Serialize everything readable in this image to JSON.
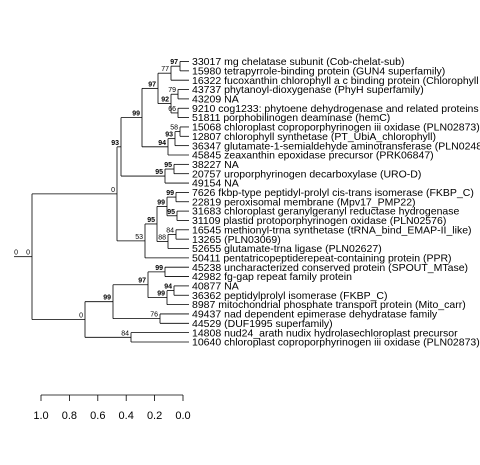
{
  "tree": {
    "leaves": [
      "33017 mg chelatase subunit (Cob-chelat-sub)",
      "15980 tetrapyrrole-binding protein (GUN4 superfamily)",
      "16322 fucoxanthin chlorophyll a c binding protein (Chlorophyll",
      "43737 phytanoyl-dioxygenase (PhyH superfamily)",
      "43209 NA",
      "9210 cog1233: phytoene dehydrogenase and related proteins",
      "51811 porphobilinogen deaminase (hemC)",
      "15068 chloroplast coproporphyrinogen iii oxidase (PLN02873)",
      "12807 chlorophyll synthetase (PT_UbiA_chlorophyll)",
      "36347 glutamate-1-semialdehyde aminotransferase (PLN02482)",
      "45845 zeaxanthin epoxidase precursor (PRK06847)",
      "38227 NA",
      "20757 uroporphyrinogen decarboxylase (URO-D)",
      "49154 NA",
      "7626 fkbp-type peptidyl-prolyl cis-trans isomerase (FKBP_C)",
      "22819 peroxisomal membrane (Mpv17_PMP22)",
      "31683 chloroplast geranylgeranyl reductase hydrogenase",
      "31109 plastid protoporphyrinogen oxidase (PLN02576)",
      "16545 methionyl-trna synthetase (tRNA_bind_EMAP-II_like)",
      "13265 (PLN03069)",
      "52655 glutamate-trna ligase (PLN02627)",
      "50411 pentatricopeptiderepeat-containing protein (PPR)",
      "45238 uncharacterized conserved protein (SPOUT_MTase)",
      "42982 fg-gap repeat family protein",
      "40877 NA",
      "36362 peptidylprolyl isomerase (FKBP_C)",
      "8987 mitochondrial phosphate transport protein (Mito_carr)",
      "49437 nad dependent epimerase dehydratase family",
      "44529 (DUF1995 superfamily)",
      "14808 nud24_arath nudix hydrolasechloroplast precursor",
      "10640 chloroplast coproporphyrinogen iii oxidase (PLN02873)"
    ],
    "bootstrap": [
      {
        "v": "97",
        "bold": true
      },
      {
        "v": "77",
        "bold": false
      },
      {
        "v": "79",
        "bold": false
      },
      {
        "v": "66",
        "bold": false
      },
      {
        "v": "92",
        "bold": true
      },
      {
        "v": "97",
        "bold": true
      },
      {
        "v": "58",
        "bold": false
      },
      {
        "v": "93",
        "bold": true
      },
      {
        "v": "94",
        "bold": true
      },
      {
        "v": "95",
        "bold": true
      },
      {
        "v": "99",
        "bold": true
      },
      {
        "v": "95",
        "bold": true
      },
      {
        "v": "93",
        "bold": true
      },
      {
        "v": "0",
        "bold": false
      },
      {
        "v": "99",
        "bold": true
      },
      {
        "v": "95",
        "bold": true
      },
      {
        "v": "99",
        "bold": true
      },
      {
        "v": "95",
        "bold": true
      },
      {
        "v": "84",
        "bold": false
      },
      {
        "v": "88",
        "bold": false
      },
      {
        "v": "53",
        "bold": false
      },
      {
        "v": "0",
        "bold": false
      },
      {
        "v": "99",
        "bold": true
      },
      {
        "v": "97",
        "bold": true
      },
      {
        "v": "99",
        "bold": true
      },
      {
        "v": "94",
        "bold": true
      },
      {
        "v": "99",
        "bold": true
      },
      {
        "v": "76",
        "bold": false
      },
      {
        "v": "0",
        "bold": false
      },
      {
        "v": "84",
        "bold": false
      },
      {
        "v": "0",
        "bold": false
      }
    ],
    "scale": {
      "ticks": [
        "1.0",
        "0.8",
        "0.6",
        "0.4",
        "0.2",
        "0.0"
      ]
    }
  }
}
